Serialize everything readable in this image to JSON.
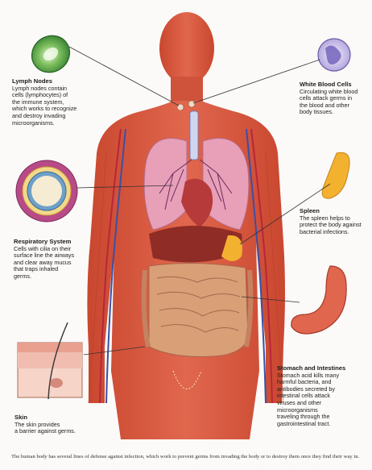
{
  "labels": {
    "lymph_nodes": {
      "title": "Lymph Nodes",
      "text": [
        "Lymph nodes contain",
        "cells (lymphocytes) of",
        "the immune system,",
        "which works to recognize",
        "and destroy invading",
        "microorganisms."
      ]
    },
    "white_blood_cells": {
      "title": "White Blood Cells",
      "text": [
        "Circulating white blood",
        "cells attack germs in",
        "the blood and other",
        "body tissues."
      ]
    },
    "respiratory_system": {
      "title": "Respiratory System",
      "text": [
        "Cells with cilia on their",
        "surface line the airways",
        "and clear away mucus",
        "that traps inhaled",
        "germs."
      ]
    },
    "spleen": {
      "title": "Spleen",
      "text": [
        "The spleen helps to",
        "protect the body against",
        "bacterial infections."
      ]
    },
    "skin": {
      "title": "Skin",
      "text": [
        "The skin provides",
        "a barrier against germs."
      ]
    },
    "stomach_intestines": {
      "title": "Stomach and Intestines",
      "text": [
        "Stomach acid kills many",
        "harmful bacteria, and",
        "antibodies secreted by",
        "intestinal cells attack",
        "viruses and other",
        "microorganisms",
        "traveling through the",
        "gastrointestinal tract."
      ]
    }
  },
  "caption": "The human body has several lines of defense against infection, which work to prevent germs from invading the body or to destroy them once they find their way in.",
  "colors": {
    "body": "#d9563f",
    "body_light": "#e98a74",
    "lung": "#e7a0b8",
    "heart": "#b73a3a",
    "liver": "#8e2c25",
    "intestine": "#d9a078",
    "artery": "#b7263a",
    "vein": "#3a4fa8",
    "spleen": "#f2b230",
    "lymph_cell": "#5aa84a",
    "wbc": "#8c78c8"
  }
}
